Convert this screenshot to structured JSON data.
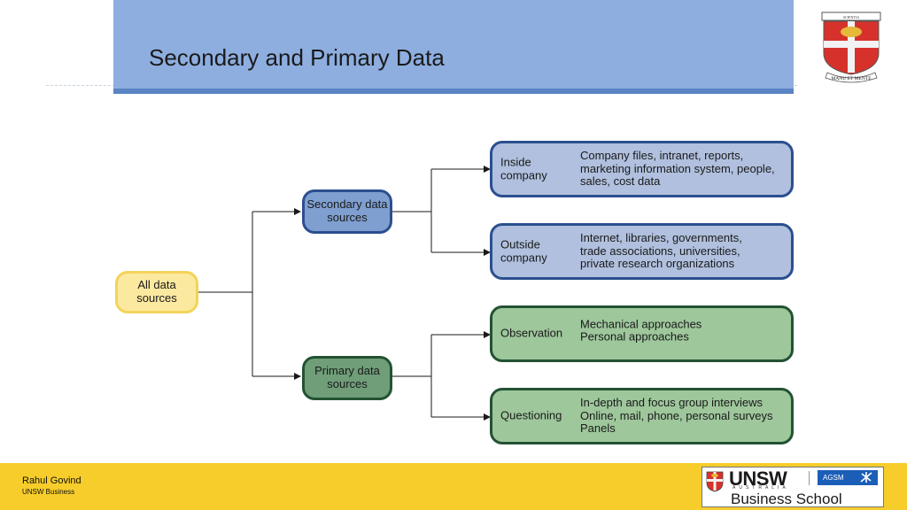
{
  "slide": {
    "title": "Secondary and Primary Data"
  },
  "diagram": {
    "root": "All data sources",
    "secondary": {
      "label": "Secondary data sources",
      "children": [
        {
          "label": "Inside company",
          "lines": [
            "Company files, intranet, reports,",
            "marketing information system, people,",
            "sales, cost data"
          ]
        },
        {
          "label": "Outside company",
          "lines": [
            "Internet, libraries, governments,",
            "trade associations, universities,",
            "private research organizations"
          ]
        }
      ]
    },
    "primary": {
      "label": "Primary data sources",
      "children": [
        {
          "label": "Observation",
          "lines": [
            "Mechanical approaches",
            "Personal approaches"
          ]
        },
        {
          "label": "Questioning",
          "lines": [
            "In-depth and focus group interviews",
            "Online, mail, phone, personal surveys",
            "Panels"
          ]
        }
      ]
    }
  },
  "footer": {
    "author": "Rahul Govind",
    "organization": "UNSW Business"
  },
  "crest": {
    "motto": "MANU ET MENTE"
  },
  "logo": {
    "unsw": "UNSW",
    "australia": "AUSTRALIA",
    "agsm": "AGSM",
    "school": "Business School"
  },
  "colors": {
    "title_band": "#8eaee0",
    "footer": "#f6cd2a",
    "root_fill": "#fce9a0",
    "secondary_fill": "#7f9fd0",
    "primary_fill": "#6f9e79",
    "secondary_child_fill": "#b0c0de",
    "primary_child_fill": "#9ec79c"
  }
}
